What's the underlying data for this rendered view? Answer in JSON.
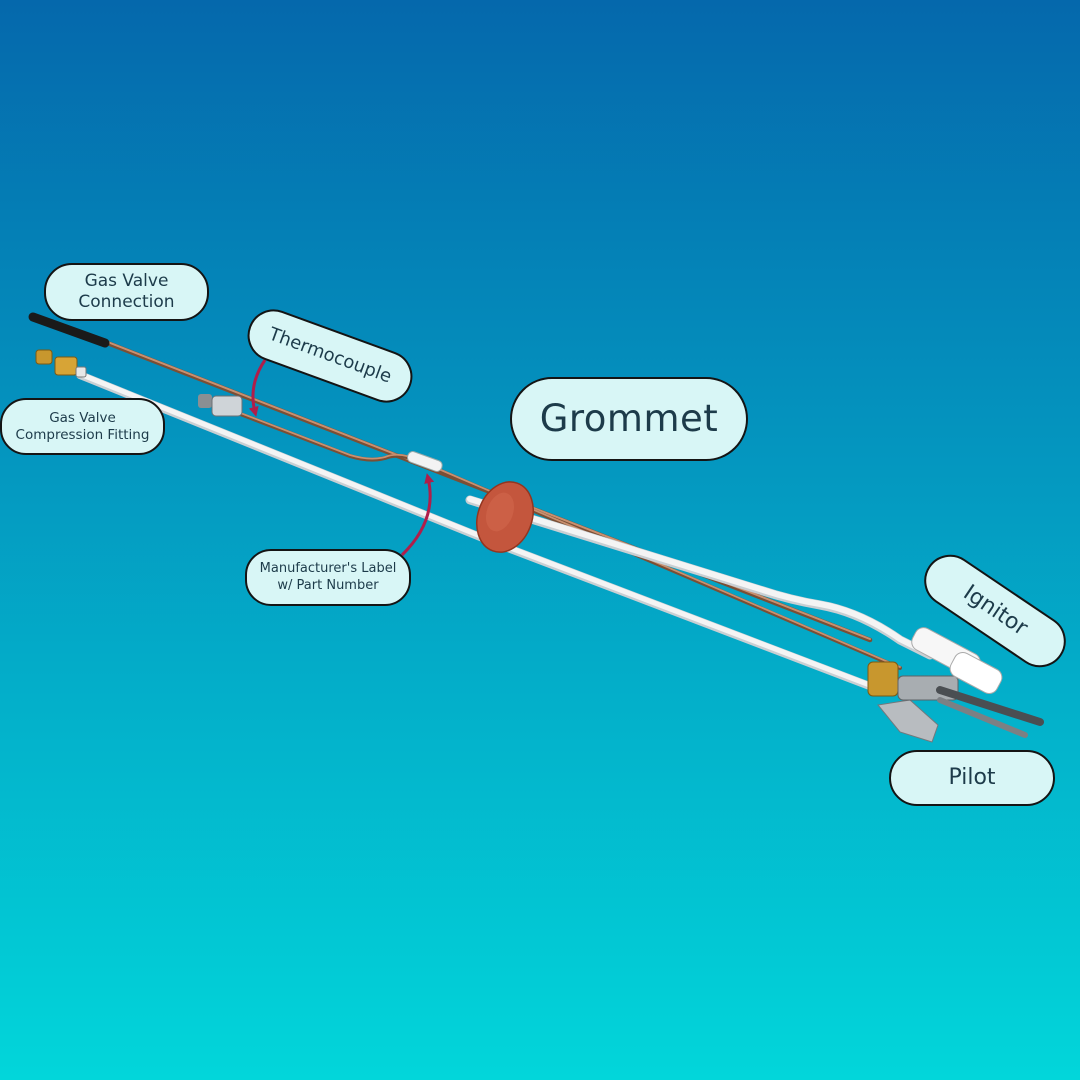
{
  "background": {
    "gradient_top": "#0568ac",
    "gradient_bottom": "#02d6da"
  },
  "labels": {
    "gas_valve_connection": "Gas Valve\nConnection",
    "compression_fitting": "Gas Valve\nCompression Fitting",
    "thermocouple": "Thermocouple",
    "grommet": "Grommet",
    "manufacturer_label": "Manufacturer's Label\nw/ Part Number",
    "ignitor": "Ignitor",
    "pilot": "Pilot"
  },
  "colors": {
    "label_fill": "#d8f6f6",
    "label_border": "#141414",
    "label_text": "#1d3b4a",
    "arrow": "#b01e4a",
    "copper_tube": "#b07a55",
    "white_tube": "#f2f2f2",
    "grommet": "#c4563d",
    "brass": "#c8972e"
  }
}
